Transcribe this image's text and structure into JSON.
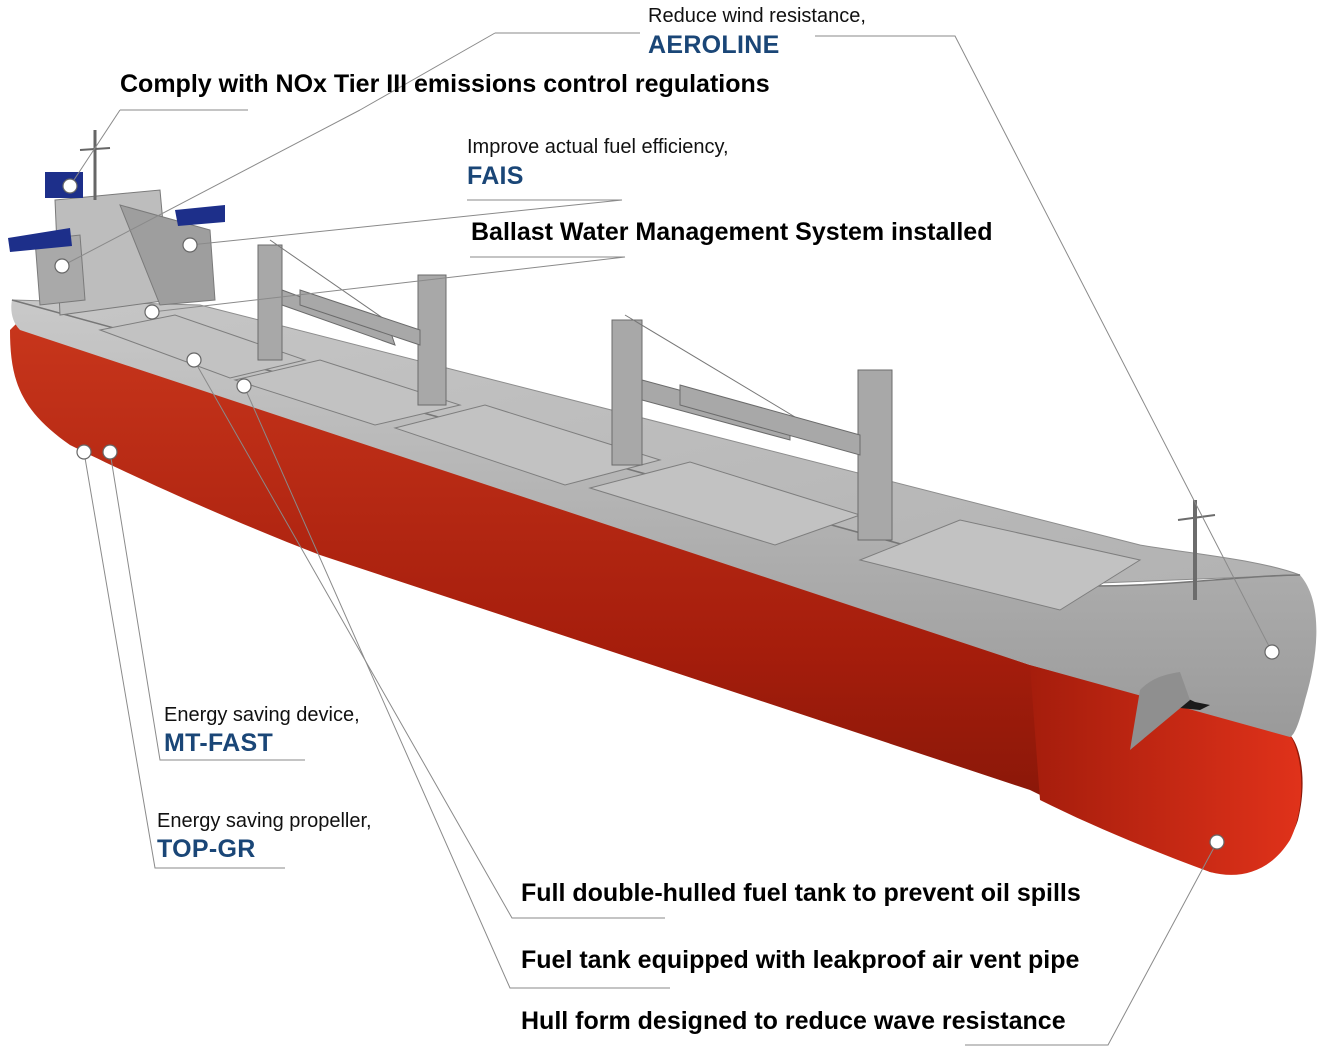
{
  "colors": {
    "hull_red": "#b8220f",
    "deck_gray": "#b9b9b9",
    "product_blue": "#1a4677",
    "leader_line": "#8a8a8a",
    "funnel_blue": "#1d2f8a"
  },
  "callouts": {
    "aeroline": {
      "desc": "Reduce wind resistance,",
      "product": "AEROLINE"
    },
    "nox": {
      "text": "Comply with NOx Tier III emissions control regulations"
    },
    "fais": {
      "desc": "Improve actual fuel efficiency,",
      "product": "FAIS"
    },
    "ballast": {
      "text": "Ballast Water Management System installed"
    },
    "mtfast": {
      "desc": "Energy saving device,",
      "product": "MT-FAST"
    },
    "topgr": {
      "desc": "Energy saving propeller,",
      "product": "TOP-GR"
    },
    "double_hull": {
      "text": "Full double-hulled fuel tank to prevent oil spills"
    },
    "air_vent": {
      "text": "Fuel tank equipped with leakproof air vent pipe"
    },
    "hull_form": {
      "text": "Hull form designed to reduce wave resistance"
    }
  }
}
